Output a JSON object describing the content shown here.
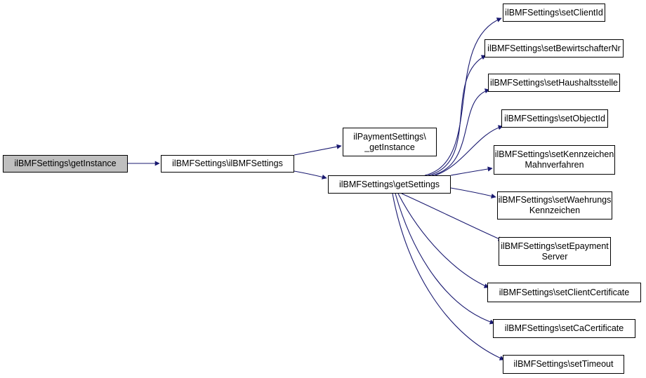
{
  "colors": {
    "edge": "#191970",
    "root_fill": "#bfbfbf",
    "node_fill": "#ffffff",
    "node_border": "#000000"
  },
  "nodes": {
    "getinstance": {
      "lines": [
        "ilBMFSettings\\getInstance"
      ]
    },
    "constructor": {
      "lines": [
        "ilBMFSettings\\ilBMFSettings"
      ]
    },
    "payment_getinstance": {
      "lines": [
        "ilPaymentSettings\\",
        "_getInstance"
      ]
    },
    "getsettings": {
      "lines": [
        "ilBMFSettings\\getSettings"
      ]
    },
    "setclientid": {
      "lines": [
        "ilBMFSettings\\setClientId"
      ]
    },
    "setbewirtschafternr": {
      "lines": [
        "ilBMFSettings\\setBewirtschafterNr"
      ]
    },
    "sethaushaltsstelle": {
      "lines": [
        "ilBMFSettings\\setHaushaltsstelle"
      ]
    },
    "setobjectid": {
      "lines": [
        "ilBMFSettings\\setObjectId"
      ]
    },
    "setkennzeichenmahnverfahren": {
      "lines": [
        "ilBMFSettings\\setKennzeichen",
        "Mahnverfahren"
      ]
    },
    "setwaehrungskennzeichen": {
      "lines": [
        "ilBMFSettings\\setWaehrungs",
        "Kennzeichen"
      ]
    },
    "setepaymentserver": {
      "lines": [
        "ilBMFSettings\\setEpayment",
        "Server"
      ]
    },
    "setclientcertificate": {
      "lines": [
        "ilBMFSettings\\setClientCertificate"
      ]
    },
    "setcacertificate": {
      "lines": [
        "ilBMFSettings\\setCaCertificate"
      ]
    },
    "settimeout": {
      "lines": [
        "ilBMFSettings\\setTimeout"
      ]
    }
  },
  "edges": [
    [
      "getinstance",
      "constructor"
    ],
    [
      "constructor",
      "payment_getinstance"
    ],
    [
      "constructor",
      "getsettings"
    ],
    [
      "getsettings",
      "setclientid"
    ],
    [
      "getsettings",
      "setbewirtschafternr"
    ],
    [
      "getsettings",
      "sethaushaltsstelle"
    ],
    [
      "getsettings",
      "setobjectid"
    ],
    [
      "getsettings",
      "setkennzeichenmahnverfahren"
    ],
    [
      "getsettings",
      "setwaehrungskennzeichen"
    ],
    [
      "getsettings",
      "setepaymentserver"
    ],
    [
      "getsettings",
      "setclientcertificate"
    ],
    [
      "getsettings",
      "setcacertificate"
    ],
    [
      "getsettings",
      "settimeout"
    ]
  ]
}
